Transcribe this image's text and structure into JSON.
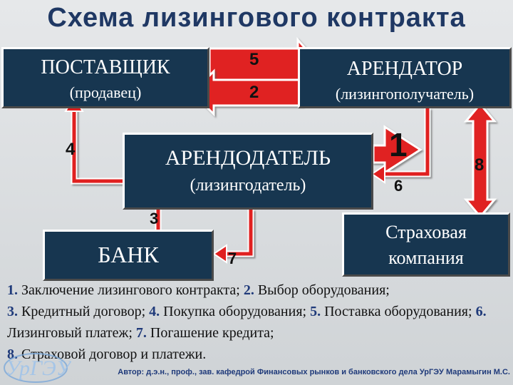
{
  "title": "Схема лизингового контракта",
  "boxes": {
    "supplier": {
      "main": "ПОСТАВЩИК",
      "sub": "(продавец)"
    },
    "lessee": {
      "main": "АРЕНДАТОР",
      "sub": "(лизингополучатель)"
    },
    "lessor": {
      "main": "АРЕНДОДАТЕЛЬ",
      "sub": "(лизингодатель)"
    },
    "bank": {
      "main": "БАНК"
    },
    "insurer": {
      "main": "Страховая",
      "sub": "компания"
    }
  },
  "arrows": {
    "a1": "1",
    "a2": "2",
    "a3": "3",
    "a4": "4",
    "a5": "5",
    "a6": "6",
    "a7": "7",
    "a8": "8"
  },
  "legend": {
    "items": [
      {
        "n": "1.",
        "text": " Заключение лизингового контракта; "
      },
      {
        "n": "2.",
        "text": " Выбор оборудования;"
      },
      {
        "n": "3.",
        "text": " Кредитный договор; "
      },
      {
        "n": "4.",
        "text": " Покупка оборудования; "
      },
      {
        "n": "5.",
        "text": " Поставка оборудования; "
      },
      {
        "n": "6.",
        "text": " Лизинговый платеж; "
      },
      {
        "n": "7.",
        "text": " Погашение кредита;"
      },
      {
        "n": "8.",
        "text": " Страховой договор и платежи."
      }
    ]
  },
  "author": "Автор: д.э.н., проф., зав. кафедрой Финансовых рынков и банковского дела УрГЭУ Марамыгин М.С.",
  "logo_text": "УрГЭУ",
  "colors": {
    "box": "#173650",
    "arrow": "#e02020",
    "title": "#1f3864",
    "number": "#1f3a7a"
  }
}
